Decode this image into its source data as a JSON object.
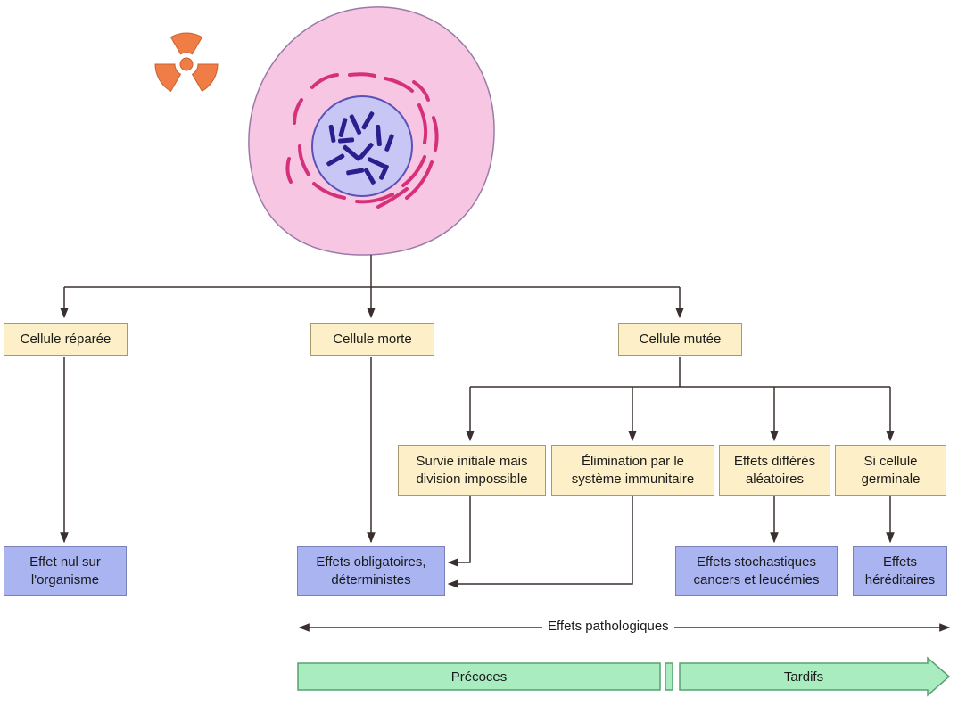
{
  "colors": {
    "cytoplasm": "#f6c6e3",
    "cytoplasm_stroke": "#9a7aa8",
    "nucleus": "#c8c6f5",
    "nucleus_stroke": "#5a52b8",
    "chromosome": "#2a1f8f",
    "organelle": "#d6307a",
    "radiation": "#ef7d45",
    "line": "#3a2f2f",
    "box_yellow": "#fdf0c8",
    "box_blue": "#aab4f0",
    "phase_green": "#a8ecc0"
  },
  "icons": {
    "radiation": "radiation-hazard-icon"
  },
  "nodes": {
    "repaired": "Cellule réparée",
    "dead": "Cellule morte",
    "mutated": "Cellule mutée",
    "survival": "Survie initiale mais\ndivision impossible",
    "elimination": "Élimination par le\nsystème immunitaire",
    "delayed": "Effets différés\naléatoires",
    "germinal": "Si cellule\ngerminale"
  },
  "outcomes": {
    "null_effect": "Effet nul sur\nl'organisme",
    "deterministic": "Effets obligatoires,\ndéterministes",
    "stochastic": "Effets stochastiques\ncancers et leucémies",
    "hereditary": "Effets\nhéréditaires"
  },
  "timeline": {
    "label": "Effets pathologiques",
    "early": "Précoces",
    "late": "Tardifs"
  }
}
